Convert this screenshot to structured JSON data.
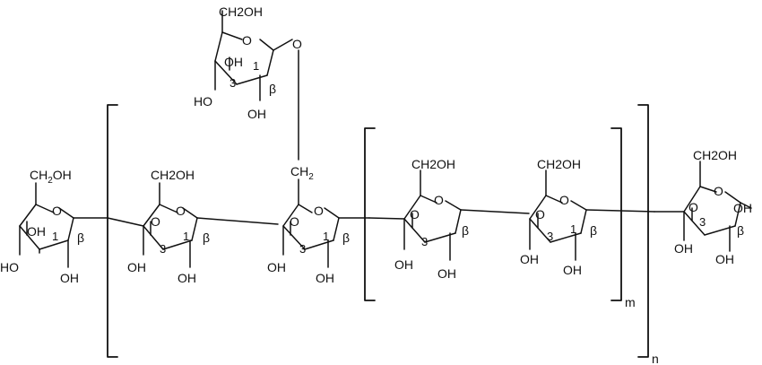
{
  "labels": {
    "ch2oh": "CH2OH",
    "ch2": "CH2",
    "oh": "OH",
    "ho": "HO",
    "ring_o": "O",
    "bridge_o": "O",
    "pos1": "1",
    "pos3": "3",
    "beta": "β",
    "sub_2": "2",
    "m": "m",
    "n": "n"
  },
  "structure": {
    "residues": [
      {
        "id": "r1",
        "c6": "CH2OH",
        "anomeric": "β",
        "positions": [
          "1"
        ]
      },
      {
        "id": "r2",
        "c6": "CH2OH",
        "anomeric": "β",
        "positions": [
          "1",
          "3"
        ]
      },
      {
        "id": "r3",
        "c6": "CH2",
        "anomeric": "β",
        "positions": [
          "1",
          "3"
        ]
      },
      {
        "id": "r4",
        "c6": "CH2OH",
        "anomeric": "β",
        "positions": [
          "3"
        ]
      },
      {
        "id": "r5",
        "c6": "CH2OH",
        "anomeric": "β",
        "positions": [
          "1",
          "3"
        ]
      },
      {
        "id": "r6",
        "c6": "CH2OH",
        "anomeric": "β",
        "positions": [
          "3"
        ]
      },
      {
        "id": "branch",
        "c6": "CH2OH",
        "anomeric": "β",
        "positions": [
          "1",
          "3"
        ]
      }
    ],
    "repeat_indices": [
      "m",
      "n"
    ]
  }
}
